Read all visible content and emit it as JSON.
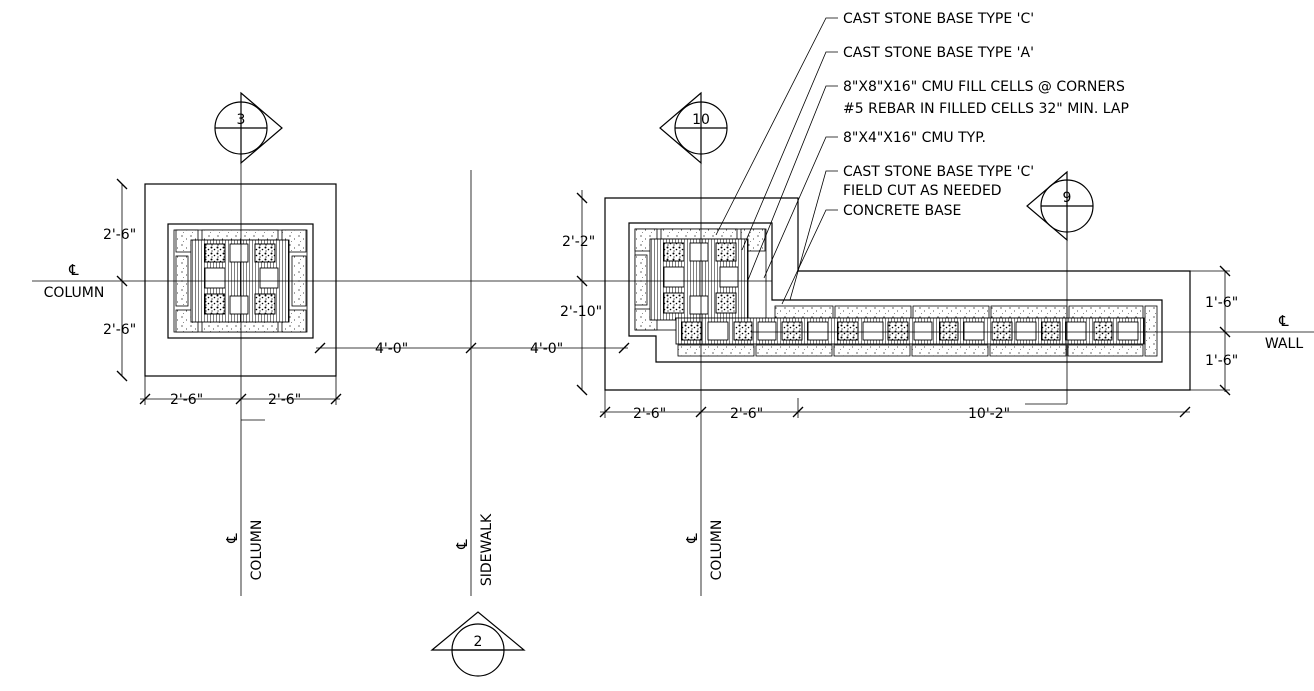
{
  "callouts": [
    "CAST STONE BASE TYPE 'C'",
    "CAST STONE BASE TYPE 'A'",
    "8\"X8\"X16\" CMU FILL CELLS @ CORNERS",
    "#5 REBAR IN FILLED CELLS 32\" MIN. LAP",
    "8\"X4\"X16\" CMU TYP.",
    "CAST STONE BASE TYPE 'C'",
    "FIELD CUT AS NEEDED",
    "CONCRETE BASE"
  ],
  "markers": {
    "left_section": "3",
    "middle_section": "10",
    "right_section": "9",
    "bottom_section": "2"
  },
  "centerlines": {
    "symbol": "℄",
    "column_h": "COLUMN",
    "column_v1": "COLUMN",
    "sidewalk_v": "SIDEWALK",
    "column_v2": "COLUMN",
    "wall_h": "WALL"
  },
  "dims": {
    "left_top": "2'-6\"",
    "left_bottom": "2'-6\"",
    "left_w1": "2'-6\"",
    "left_w2": "2'-6\"",
    "gap_left": "4'-0\"",
    "gap_right": "4'-0\"",
    "right_top": "2'-2\"",
    "right_mid": "2'-10\"",
    "right_w1": "2'-6\"",
    "right_w2": "2'-6\"",
    "right_w3": "10'-2\"",
    "wall_top": "1'-6\"",
    "wall_bottom": "1'-6\""
  }
}
